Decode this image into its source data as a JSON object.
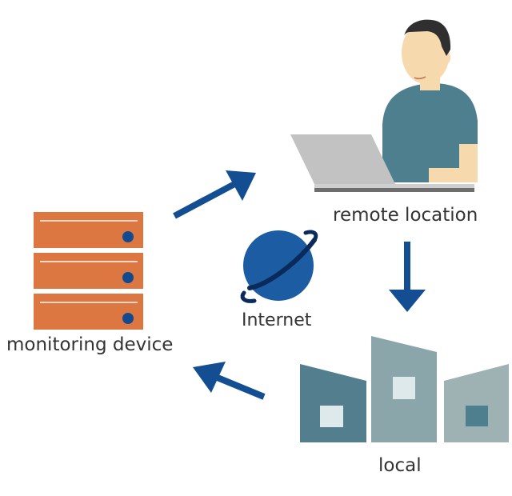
{
  "labels": {
    "remote_location": "remote location",
    "internet": "Internet",
    "monitoring_device": "monitoring device",
    "local": "local"
  },
  "icons": {
    "user": "person-at-laptop-icon",
    "internet": "planet-globe-icon",
    "server": "server-rack-icon",
    "buildings": "buildings-icon",
    "arrows": "arrow-icon"
  },
  "colors": {
    "arrow": "#134e93",
    "server": "#dc7741",
    "server_led": "#124a8f",
    "globe": "#1b5ca3",
    "globe_ring": "#0b2a5c",
    "shirt": "#4d7f8f",
    "skin": "#f7d9ae",
    "laptop": "#c2c2c2",
    "building_dark": "#537e8e",
    "building_mid": "#8aa6ab",
    "building_light": "#9eb1b3",
    "window_light": "#dde9ea",
    "label_text": "#333333"
  }
}
